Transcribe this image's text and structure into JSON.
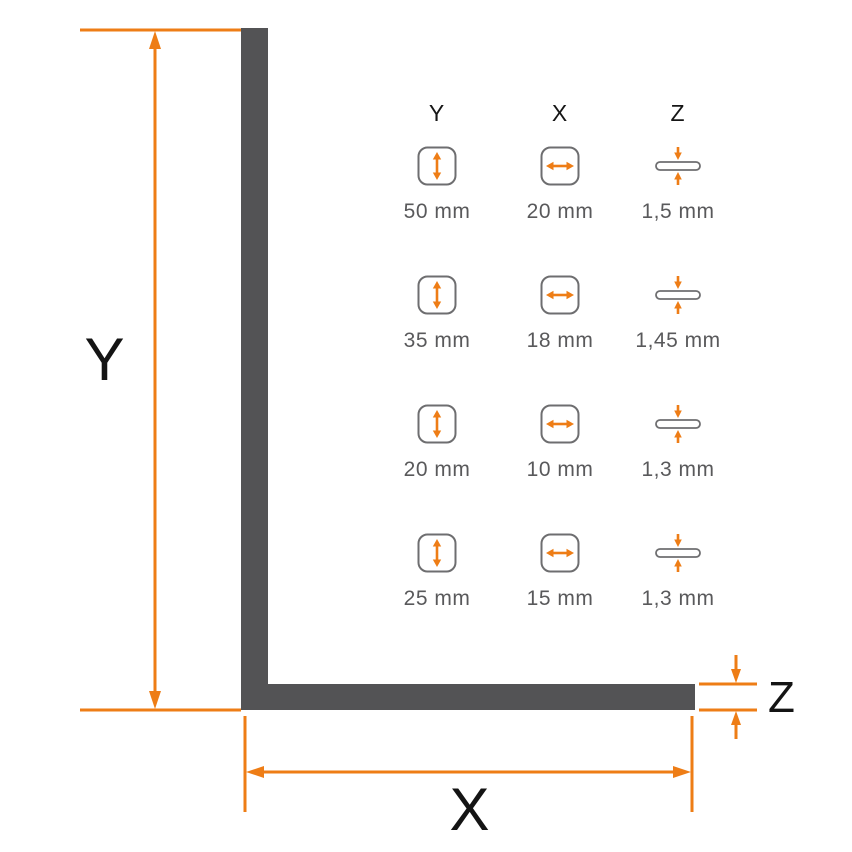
{
  "diagram": {
    "y_label": "Y",
    "x_label": "X",
    "z_label": "Z",
    "accent_color": "#EE7D16",
    "profile_color": "#535355"
  },
  "table": {
    "headers": {
      "y": "Y",
      "x": "X",
      "z": "Z"
    },
    "rows": [
      {
        "y": "50 mm",
        "x": "20 mm",
        "z": "1,5 mm"
      },
      {
        "y": "35 mm",
        "x": "18 mm",
        "z": "1,45 mm"
      },
      {
        "y": "20 mm",
        "x": "10 mm",
        "z": "1,3 mm"
      },
      {
        "y": "25 mm",
        "x": "15 mm",
        "z": "1,3 mm"
      }
    ]
  }
}
